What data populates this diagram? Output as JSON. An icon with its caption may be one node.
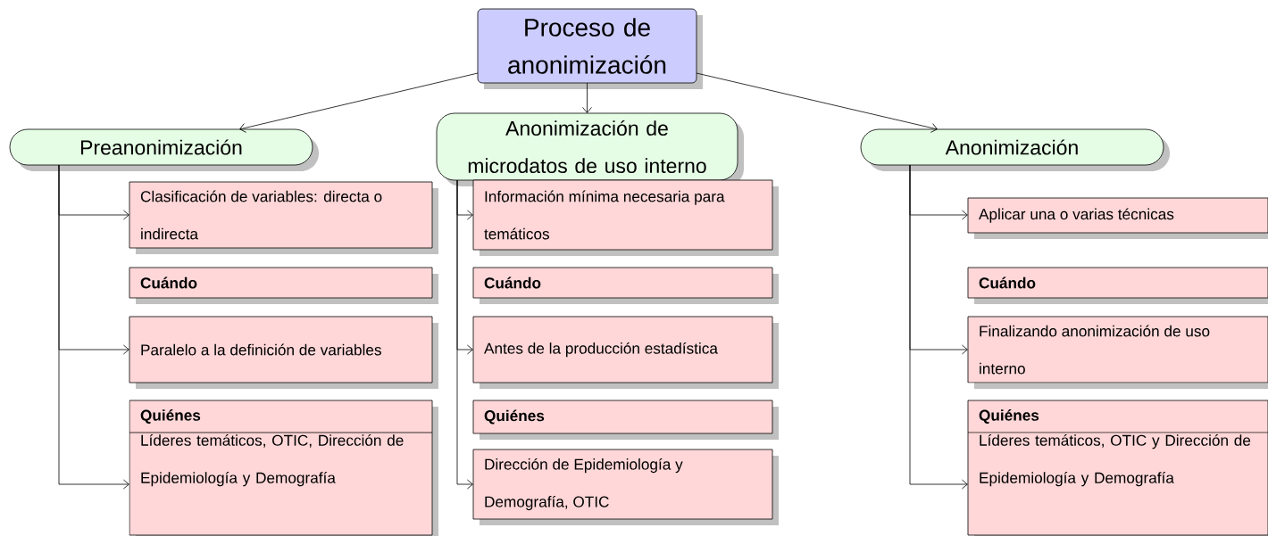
{
  "diagram": {
    "nodes": [
      {
        "text": [
          "Proceso de anonimización"
        ]
      },
      {
        "text": [
          "Preanonimización"
        ]
      },
      {
        "text": [
          "Anonimización de microdatos de uso interno"
        ]
      },
      {
        "text": [
          "Anonimización"
        ]
      },
      {
        "text": [
          "Clasificación de variables: directa o indirecta"
        ]
      },
      {
        "text": [
          "**Cuándo**"
        ]
      },
      {
        "text": [
          "Paralelo a la definición de variables"
        ]
      },
      {
        "text": [
          "**Quiénes**",
          "Líderes temáticos, OTIC, Dirección de Epidemiología y Demografía"
        ]
      },
      {
        "text": [
          "Información mínima necesaria para temáticos"
        ]
      },
      {
        "text": [
          "**Cuándo**"
        ]
      },
      {
        "text": [
          "Antes de la producción estadística"
        ]
      },
      {
        "text": [
          "**Quiénes**"
        ]
      },
      {
        "text": [
          "Dirección de Epidemiología y Demografía, OTIC"
        ]
      },
      {
        "text": [
          "Aplicar una o varias técnicas"
        ]
      },
      {
        "text": [
          "**Cuándo**"
        ]
      },
      {
        "text": [
          "Finalizando anonimización de uso interno"
        ]
      },
      {
        "text": [
          "**Quiénes**",
          "Líderes temáticos, OTIC y Dirección de Epidemiología y Demografía"
        ]
      }
    ],
    "edges": [
      {
        "from": 0,
        "to": 1,
        "arrow": "to"
      },
      {
        "from": 0,
        "to": 2,
        "arrow": "to"
      },
      {
        "from": 0,
        "to": 3,
        "arrow": "to"
      },
      {
        "from": 1,
        "to": 4,
        "arrow": "to"
      },
      {
        "from": 1,
        "to": 6,
        "arrow": "to"
      },
      {
        "from": 1,
        "to": 7,
        "arrow": "to"
      },
      {
        "from": 2,
        "to": 8,
        "arrow": "to"
      },
      {
        "from": 2,
        "to": 10,
        "arrow": "to"
      },
      {
        "from": 2,
        "to": 12,
        "arrow": "to"
      },
      {
        "from": 3,
        "to": 13,
        "arrow": "to"
      },
      {
        "from": 3,
        "to": 15,
        "arrow": "to"
      },
      {
        "from": 3,
        "to": 16,
        "arrow": "to"
      }
    ]
  }
}
